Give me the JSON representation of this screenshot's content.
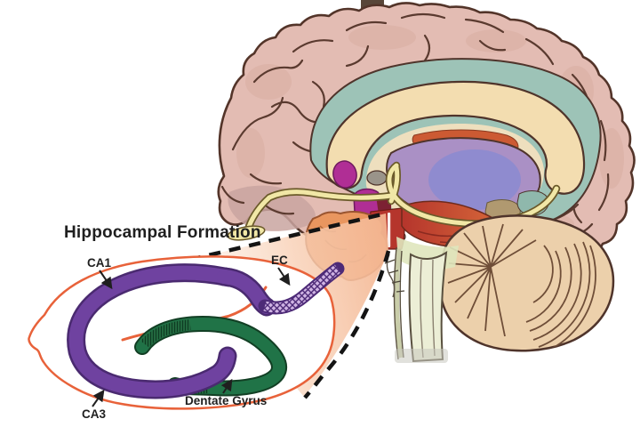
{
  "figure": {
    "title": "Hippocampal Formation",
    "inset_labels": {
      "ca1": "CA1",
      "ec": "EC",
      "ca3": "CA3",
      "dentate_gyrus": "Dentate Gyrus"
    },
    "colors": {
      "cortex_pink": "#e3bcb3",
      "inner_teal": "#9dc3b7",
      "corpus_callosum_cream": "#f3ddb0",
      "thalamus_lavender": "#aa90c5",
      "thalamus_core_violet": "#8b8bd0",
      "fornix_yellow": "#f1e7a6",
      "midbrain_red": "#b5352c",
      "midbrain_orange": "#cd5a35",
      "hippocampus_magenta": "#b02e95",
      "temporal_orange": "#e9965f",
      "cerebellum_beige": "#ecd0ab",
      "brainstem_cream": "#eceed6",
      "funnel_peach": "#f3b28c",
      "inset_outline_orange": "#e8623a",
      "ca_ribbon_purple": "#6f42a0",
      "dentate_green": "#207347",
      "ec_band_lavender": "#cfb3e3",
      "label_ink": "#1f1f1f"
    }
  }
}
